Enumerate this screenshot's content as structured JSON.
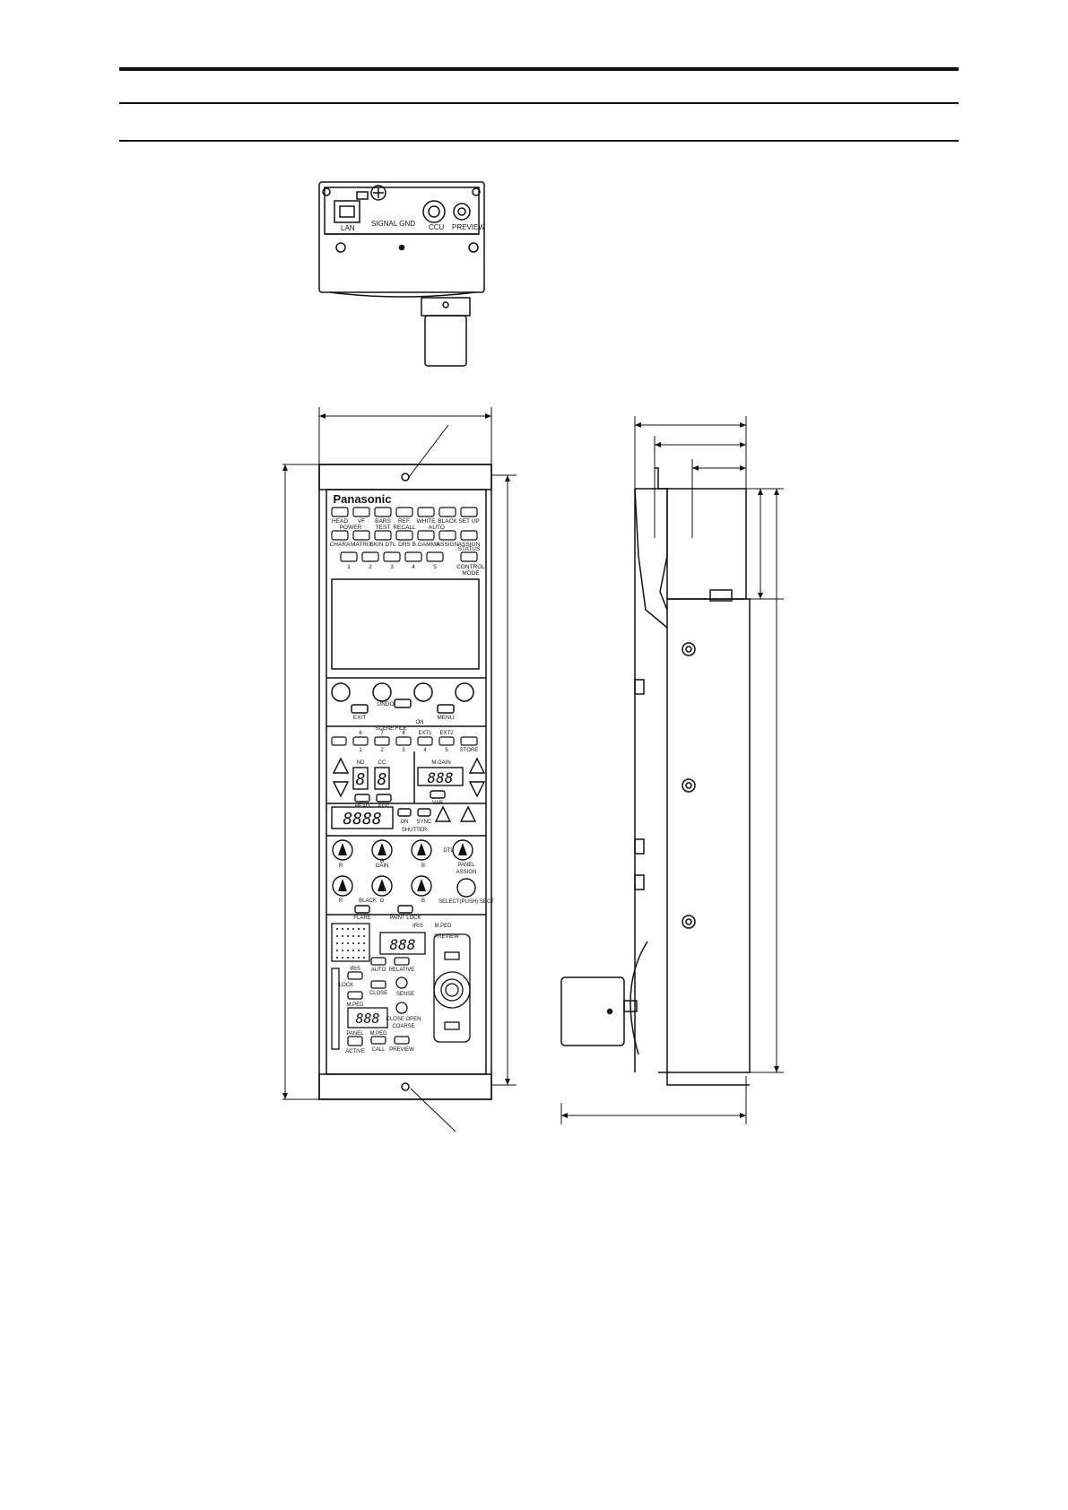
{
  "header": {},
  "rear_panel": {
    "labels": [
      "LAN",
      "SIGNAL GND",
      "CCU",
      "PREVIEW"
    ]
  },
  "front_panel": {
    "brand": "Panasonic",
    "row1": [
      "HEAD",
      "VF",
      "BARS",
      "REF.",
      "WHITE",
      "BLACK",
      "SET UP"
    ],
    "row1_sub": [
      "POWER",
      "TEST",
      "RECALL",
      "AUTO"
    ],
    "row2": [
      "CHARA",
      "MATRIX",
      "SKIN DTL",
      "DRS",
      "B.GAMMA",
      "ASSIGN",
      "ASSIGN"
    ],
    "row2_sub": [
      "STATUS"
    ],
    "user_nums": [
      "1",
      "2",
      "3",
      "4",
      "5"
    ],
    "control_labels": [
      "CONTROL",
      "MODE"
    ],
    "exit": "EXIT",
    "undo": "UNDO",
    "menu": "MENU",
    "scene_file": "SCENE FILE",
    "scene_top": [
      "6",
      "7",
      "8",
      "EXT1",
      "EXT2"
    ],
    "scene_bottom": [
      "1",
      "2",
      "3",
      "4",
      "5"
    ],
    "store": "STORE",
    "on_badge": "ON",
    "nd": "ND",
    "cc": "CC",
    "m_gain": "M.GAIN",
    "head": "HEAD",
    "ecc": "ECC",
    "var": "VAR",
    "seg_two": "8",
    "seg_three": "888",
    "seg_four": "8888",
    "on": "ON",
    "sync": "SYNC",
    "shutter": "SHUTTER",
    "gain": "GAIN",
    "rgb": [
      "R",
      "G",
      "B"
    ],
    "dtl": "DTL",
    "panel_badge": "PANEL",
    "assign": "ASSIGN",
    "select_push": "SELECT(PUSH) SECT",
    "black": "BLACK",
    "flare": "FLARE",
    "paint_lock": "PAINT LOCK",
    "iris": "IRIS",
    "m_ped": "M.PED",
    "preview": "PREVIEW",
    "auto": "AUTO",
    "relative": "RELATIVE",
    "lock": "LOCK",
    "close": "CLOSE",
    "sense": "SENSE",
    "close_open": "CLOSE OPEN",
    "coarse": "COARSE",
    "panel": "PANEL",
    "active": "ACTIVE",
    "call": "CALL"
  }
}
